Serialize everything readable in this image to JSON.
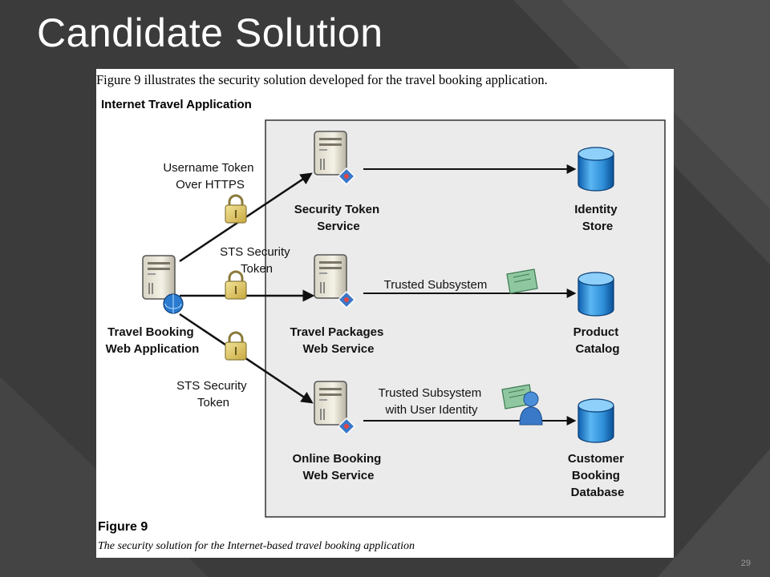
{
  "slide": {
    "title": "Candidate Solution",
    "page_number": "29"
  },
  "figure": {
    "intro_text": "Figure 9 illustrates the security solution developed for the travel booking application.",
    "diagram_title": "Internet Travel Application",
    "label": "Figure 9",
    "caption": "The security solution for the Internet-based travel booking application"
  },
  "nodes": {
    "web_app": [
      "Travel Booking",
      "Web Application"
    ],
    "sts": [
      "Security Token",
      "Service"
    ],
    "packages": [
      "Travel Packages",
      "Web Service"
    ],
    "booking": [
      "Online Booking",
      "Web Service"
    ],
    "identity_store": [
      "Identity",
      "Store"
    ],
    "product_catalog": [
      "Product",
      "Catalog"
    ],
    "customer_db": [
      "Customer",
      "Booking",
      "Database"
    ]
  },
  "edge_labels": {
    "username_token": [
      "Username Token",
      "Over HTTPS"
    ],
    "sts_token_middle": [
      "STS Security",
      "Token"
    ],
    "sts_token_bottom": [
      "STS Security",
      "Token"
    ],
    "trusted_subsystem": [
      "Trusted Subsystem"
    ],
    "trusted_with_identity": [
      "Trusted Subsystem",
      "with User Identity"
    ]
  },
  "colors": {
    "slide_background": "#3b3b3b",
    "boundary_fill": "#ebebeb",
    "database_blue": "#2f8fd8",
    "lock_gold": "#d9bf5a",
    "certificate_green": "#8fc8a0"
  }
}
